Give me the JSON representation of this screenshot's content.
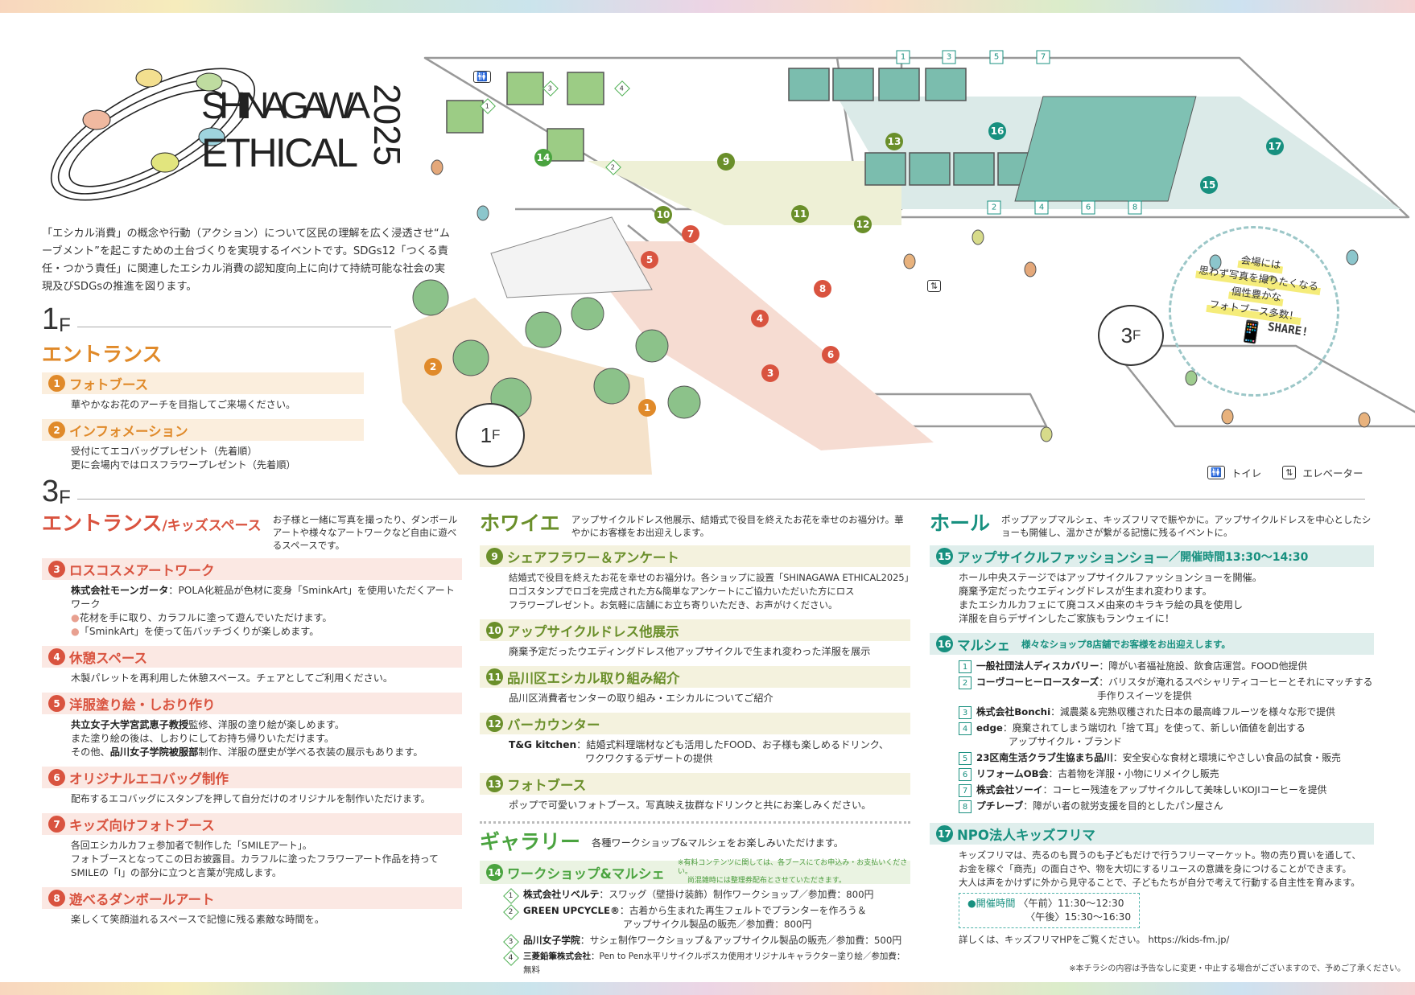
{
  "colors": {
    "f1": "#e08a2a",
    "f1_bar": "#fbeedd",
    "f3": "#d9533f",
    "f3_bar": "#fbe8e3",
    "foyer": "#6a8f2a",
    "foyer_bar": "#f4f2de",
    "gallery": "#4aa33f",
    "gallery_bar": "#eaf3e2",
    "hall": "#17907f",
    "hall_bar": "#dfeeec"
  },
  "logo": {
    "line1": "SHINAGAWA",
    "line2": "ETHICAL",
    "year": "2025"
  },
  "intro": "「エシカル消費」の概念や行動（アクション）について区民の理解を広く浸透させ“ムーブメント”を起こすための土台づくりを実現するイベントです。SDGs12「つくる責任・つかう責任」に関連したエシカル消費の認知度向上に向けて持続可能な社会の実現及びSDGsの推進を図ります。",
  "floor1": {
    "num": "1",
    "unit": "F",
    "title": "エントランス",
    "items": [
      {
        "num": "1",
        "title": "フォトブース",
        "lines": [
          "華やかなお花のアーチを目指してご来場ください。"
        ]
      },
      {
        "num": "2",
        "title": "インフォメーション",
        "lines": [
          "受付にてエコバッグプレゼント（先着順）",
          "更に会場内ではロスフラワープレゼント（先着順）"
        ]
      }
    ]
  },
  "floor3": {
    "num": "3",
    "unit": "F"
  },
  "entrance3f": {
    "title": "エントランス",
    "subtitle": "/キッズスペース",
    "desc": "お子様と一緒に写真を撮ったり、ダンボールアートや様々なアートワークなど自由に遊べるスペースです。",
    "items": [
      {
        "num": "3",
        "title": "ロスコスメアートワーク",
        "bold": "株式会社モーンガータ",
        "lead": "：POLA化粧品が色材に変身「SminkArt」を使用いただくアートワーク",
        "bullets": [
          "花材を手に取り、カラフルに塗って遊んでいただけます。",
          "「SminkArt」を使って缶バッチづくりが楽しめます。"
        ]
      },
      {
        "num": "4",
        "title": "休憩スペース",
        "lines": [
          "木製パレットを再利用した休憩スペース。チェアとしてご利用ください。"
        ]
      },
      {
        "num": "5",
        "title": "洋服塗り絵・しおり作り",
        "bold": "共立女子大学宮武恵子教授",
        "lead": "監修、洋服の塗り絵が楽しめます。",
        "line2": "また塗り絵の後は、しおりにしてお持ち帰りいただけます。",
        "pre3": "その他、",
        "bold3": "品川女子学院被服部",
        "post3": "制作、洋服の歴史が学べる衣装の展示もあります。"
      },
      {
        "num": "6",
        "title": "オリジナルエコバッグ制作",
        "lines": [
          "配布するエコバッグにスタンプを押して自分だけのオリジナルを制作いただけます。"
        ]
      },
      {
        "num": "7",
        "title": "キッズ向けフォトブース",
        "lines": [
          "各回エシカルカフェ参加者で制作した「SMILEアート」。",
          "フォトブースとなってこの日お披露目。カラフルに塗ったフラワーアート作品を持って",
          "SMILEの「I」の部分に立つと言葉が完成します。"
        ]
      },
      {
        "num": "8",
        "title": "遊べるダンボールアート",
        "lines": [
          "楽しくて笑顔溢れるスペースで記憶に残る素敵な時間を。"
        ]
      }
    ]
  },
  "foyer": {
    "title": "ホワイエ",
    "desc": "アップサイクルドレス他展示、結婚式で役目を終えたお花を幸せのお福分け。華やかにお客様をお出迎えします。",
    "items": [
      {
        "num": "9",
        "title": "シェアフラワー＆アンケート",
        "lines": [
          "結婚式で役目を終えたお花を幸せのお福分け。各ショップに設置「SHINAGAWA ETHICAL2025」",
          "ロゴスタンプでロゴを完成された方&簡単なアンケートにご協力いただいた方にロス",
          "フラワープレゼント。お気軽に店舗にお立ち寄りいただき、お声がけください。"
        ]
      },
      {
        "num": "10",
        "title": "アップサイクルドレス他展示",
        "lines": [
          "廃棄予定だったウエディングドレス他アップサイクルで生まれ変わった洋服を展示"
        ]
      },
      {
        "num": "11",
        "title": "品川区エシカル取り組み紹介",
        "lines": [
          "品川区消費者センターの取り組み・エシカルについてご紹介"
        ]
      },
      {
        "num": "12",
        "title": "バーカウンター",
        "bold": "T&G kitchen",
        "lead": "：結婚式料理端材なども活用したFOOD、お子様も楽しめるドリンク、",
        "line2": "ワクワクするデザートの提供"
      },
      {
        "num": "13",
        "title": "フォトブース",
        "lines": [
          "ポップで可愛いフォトブース。写真映え抜群なドリンクと共にお楽しみください。"
        ]
      }
    ]
  },
  "gallery": {
    "title": "ギャラリー",
    "desc": "各種ワークショップ&マルシェをお楽しみいただけます。",
    "item": {
      "num": "14",
      "title": "ワークショップ&マルシェ",
      "note1": "※有料コンテンツに関しては、各ブースにてお申込み・お支払いください。",
      "note2": "尚混雑時には整理券配布とさせていただきます。",
      "entries": [
        {
          "num": "1",
          "name": "株式会社リベルテ",
          "text": "：スワッグ（壁掛け装飾）制作ワークショップ／参加費：800円"
        },
        {
          "num": "2",
          "name": "GREEN UPCYCLE®",
          "text": "：古着から生まれた再生フェルトでプランターを作ろう＆",
          "text2": "アップサイクル製品の販売／参加費：800円"
        },
        {
          "num": "3",
          "name": "品川女子学院",
          "text": "：サシェ制作ワークショップ＆アップサイクル製品の販売／参加費：500円"
        },
        {
          "num": "4",
          "name": "三菱鉛筆株式会社",
          "text": "：Pen to Pen水平リサイクルポスカ使用オリジナルキャラクター塗り絵／参加費：無料"
        }
      ]
    }
  },
  "hall": {
    "title": "ホール",
    "desc": "ポップアップマルシェ、キッズフリマで賑やかに。アップサイクルドレスを中心としたショーも開催し、温かさが繋がる記憶に残るイベントに。",
    "show": {
      "num": "15",
      "title": "アップサイクルファッションショー",
      "time": "／開催時間13:30〜14:30",
      "lines": [
        "ホール中央ステージではアップサイクルファッションショーを開催。",
        "廃棄予定だったウエディングドレスが生まれ変わります。",
        "またエシカルカフェにて廃コスメ由来のキラキラ絵の具を使用し",
        "洋服を自らデザインしたご家族もランウェイに！"
      ]
    },
    "marche": {
      "num": "16",
      "title": "マルシェ",
      "sub": "様々なショップ8店舗でお客様をお出迎えします。",
      "shops": [
        {
          "num": "1",
          "name": "一般社団法人ディスカバリー",
          "text": "：障がい者福祉施設、飲食店運営。FOOD他提供"
        },
        {
          "num": "2",
          "name": "コーヴコーヒーロースターズ",
          "text": "：バリスタが淹れるスペシャリティコーヒーとそれにマッチする",
          "text2": "手作りスイーツを提供"
        },
        {
          "num": "3",
          "name": "株式会社Bonchi",
          "text": "：減農薬＆完熟収穫された日本の最高峰フルーツを様々な形で提供"
        },
        {
          "num": "4",
          "name": "edge",
          "text": "：廃棄されてしまう端切れ「捨て耳」を使って、新しい価値を創出する",
          "text2": "アップサイクル・ブランド"
        },
        {
          "num": "5",
          "name": "23区南生活クラブ生協まち品川",
          "text": "：安全安心な食材と環境にやさしい食品の試食・販売"
        },
        {
          "num": "6",
          "name": "リフォームOB会",
          "text": "：古着物を洋服・小物にリメイクし販売"
        },
        {
          "num": "7",
          "name": "株式会社ソーイ",
          "text": "：コーヒー残渣をアップサイクルして美味しいKOJIコーヒーを提供"
        },
        {
          "num": "8",
          "name": "プチレーブ",
          "text": "：障がい者の就労支援を目的としたパン屋さん"
        }
      ]
    },
    "kids": {
      "num": "17",
      "title": "NPO法人キッズフリマ",
      "lines": [
        "キッズフリマは、売るのも買うのも子どもだけで行うフリーマーケット。物の売り買いを通して、",
        "お金を稼ぐ「商売」の面白さや、物を大切にするリユースの意識を身につけることができます。",
        "大人は声をかけずに外から見守ることで、子どもたちが自分で考えて行動する自主性を育みます。"
      ],
      "time_label": "●開催時間",
      "am": "〈午前〉11:30〜12:30",
      "pm": "〈午後〉15:30〜16:30",
      "link_text": "詳しくは、キッズフリマHPをご覧ください。",
      "url": "https://kids-fm.jp/"
    }
  },
  "map": {
    "bubble_1f": {
      "num": "1",
      "unit": "F"
    },
    "bubble_3f": {
      "num": "3",
      "unit": "F"
    },
    "photo_lines": [
      "会場には",
      "思わず写真を撮りたくなる",
      "個性豊かな",
      "フォトブース多数！"
    ],
    "share": "SHARE!",
    "legend": {
      "toilet": "トイレ",
      "elevator": "エレベーター"
    },
    "markers": [
      "1",
      "2",
      "3",
      "4",
      "5",
      "6",
      "7",
      "8",
      "9",
      "10",
      "11",
      "12",
      "13",
      "14",
      "15",
      "16",
      "17"
    ],
    "shops": [
      "1",
      "2",
      "3",
      "4",
      "5",
      "6",
      "7",
      "8"
    ],
    "booths": [
      "1",
      "2",
      "3",
      "4"
    ]
  },
  "footer": "※本チラシの内容は予告なしに変更・中止する場合がございますので、予めご了承ください。"
}
